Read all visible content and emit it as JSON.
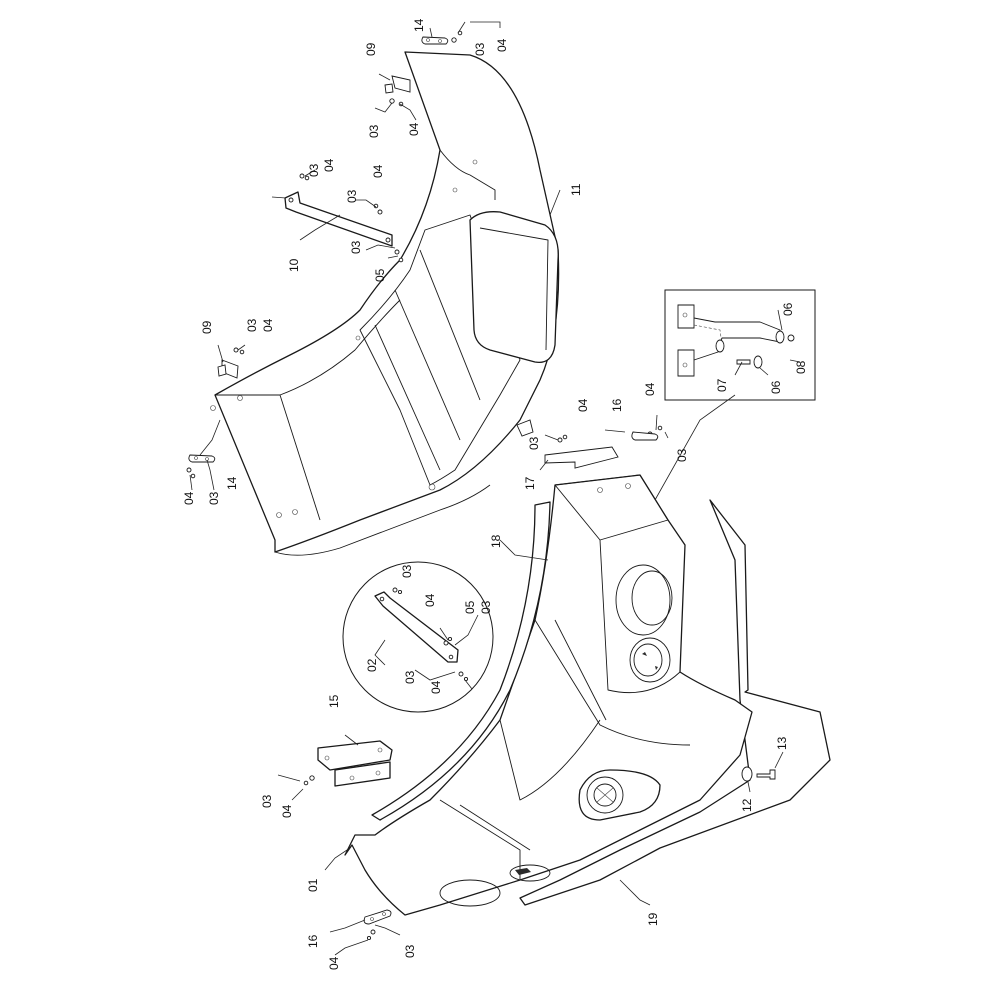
{
  "labels": {
    "top_14": "14",
    "top_03": "03",
    "top_04": "04",
    "top_09": "09",
    "top_03b": "03",
    "top_04b": "04",
    "br_03a": "03",
    "br_04a": "04",
    "br_03b": "03",
    "br_04b": "04",
    "br_10": "10",
    "br_03c": "03",
    "br_05": "05",
    "p11": "11",
    "l09": "09",
    "l03": "03",
    "l04": "04",
    "l04b": "04",
    "l03b": "03",
    "l14": "14",
    "d06a": "06",
    "d08": "08",
    "d07": "07",
    "d06b": "06",
    "m04a": "04",
    "m03a": "03",
    "m16": "16",
    "m04b": "04",
    "m03b": "03",
    "m17": "17",
    "p18": "18",
    "c03a": "03",
    "c04a": "04",
    "c05": "05",
    "c03b": "03",
    "c02": "02",
    "c03c": "03",
    "c04c": "04",
    "p15": "15",
    "b03": "03",
    "b04": "04",
    "p13": "13",
    "p12": "12",
    "p01": "01",
    "p19": "19",
    "p16": "16",
    "b04c": "04",
    "b03c": "03"
  }
}
